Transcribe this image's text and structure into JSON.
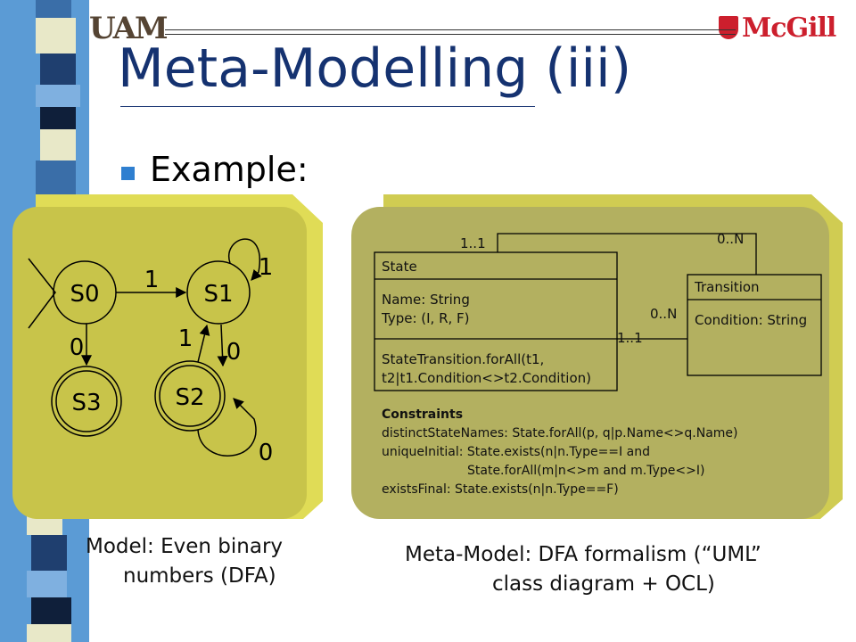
{
  "header": {
    "logo_left": "UAM",
    "logo_right": "McGill"
  },
  "slide": {
    "title": "Meta-Modelling (iii)",
    "bullet": "Example:"
  },
  "model": {
    "states": [
      "S0",
      "S1",
      "S2",
      "S3"
    ],
    "transitions": {
      "s0_s1": "1",
      "s1_self": "1",
      "s0_s3": "0",
      "s2_s1": "1",
      "s1_s2": "0",
      "s2_self": "0"
    },
    "caption_line1": "Model: Even binary",
    "caption_line2": "numbers (DFA)"
  },
  "metamodel": {
    "state_class": {
      "name": "State",
      "attr1": "Name: String",
      "attr2": "Type: (I, R, F)",
      "op1": "StateTransition.forAll(t1,",
      "op2": "t2|t1.Condition<>t2.Condition)"
    },
    "transition_class": {
      "name": "Transition",
      "attr1": "Condition: String"
    },
    "multiplicities": {
      "self_top": "1..1",
      "trans_top": "0..N",
      "assoc_right": "0..N",
      "assoc_left": "1..1"
    },
    "constraints": {
      "heading": "Constraints",
      "line1": "distinctStateNames: State.forAll(p, q|p.Name<>q.Name)",
      "line2": "uniqueInitial: State.exists(n|n.Type==I and",
      "line3": "State.forAll(m|n<>m and m.Type<>I)",
      "line4": "existsFinal: State.exists(n|n.Type==F)"
    },
    "caption_line1": "Meta-Model: DFA formalism (“UML”",
    "caption_line2": "class diagram + OCL)"
  },
  "colors": {
    "title": "#153270",
    "bullet": "#2f7fd0",
    "model_panel": "#c8c44a",
    "model_panel_edge": "#e0dc56",
    "metamodel_panel": "#b3b060",
    "metamodel_panel_edge": "#d0cc52",
    "mcgill_red": "#cc1f2d"
  }
}
